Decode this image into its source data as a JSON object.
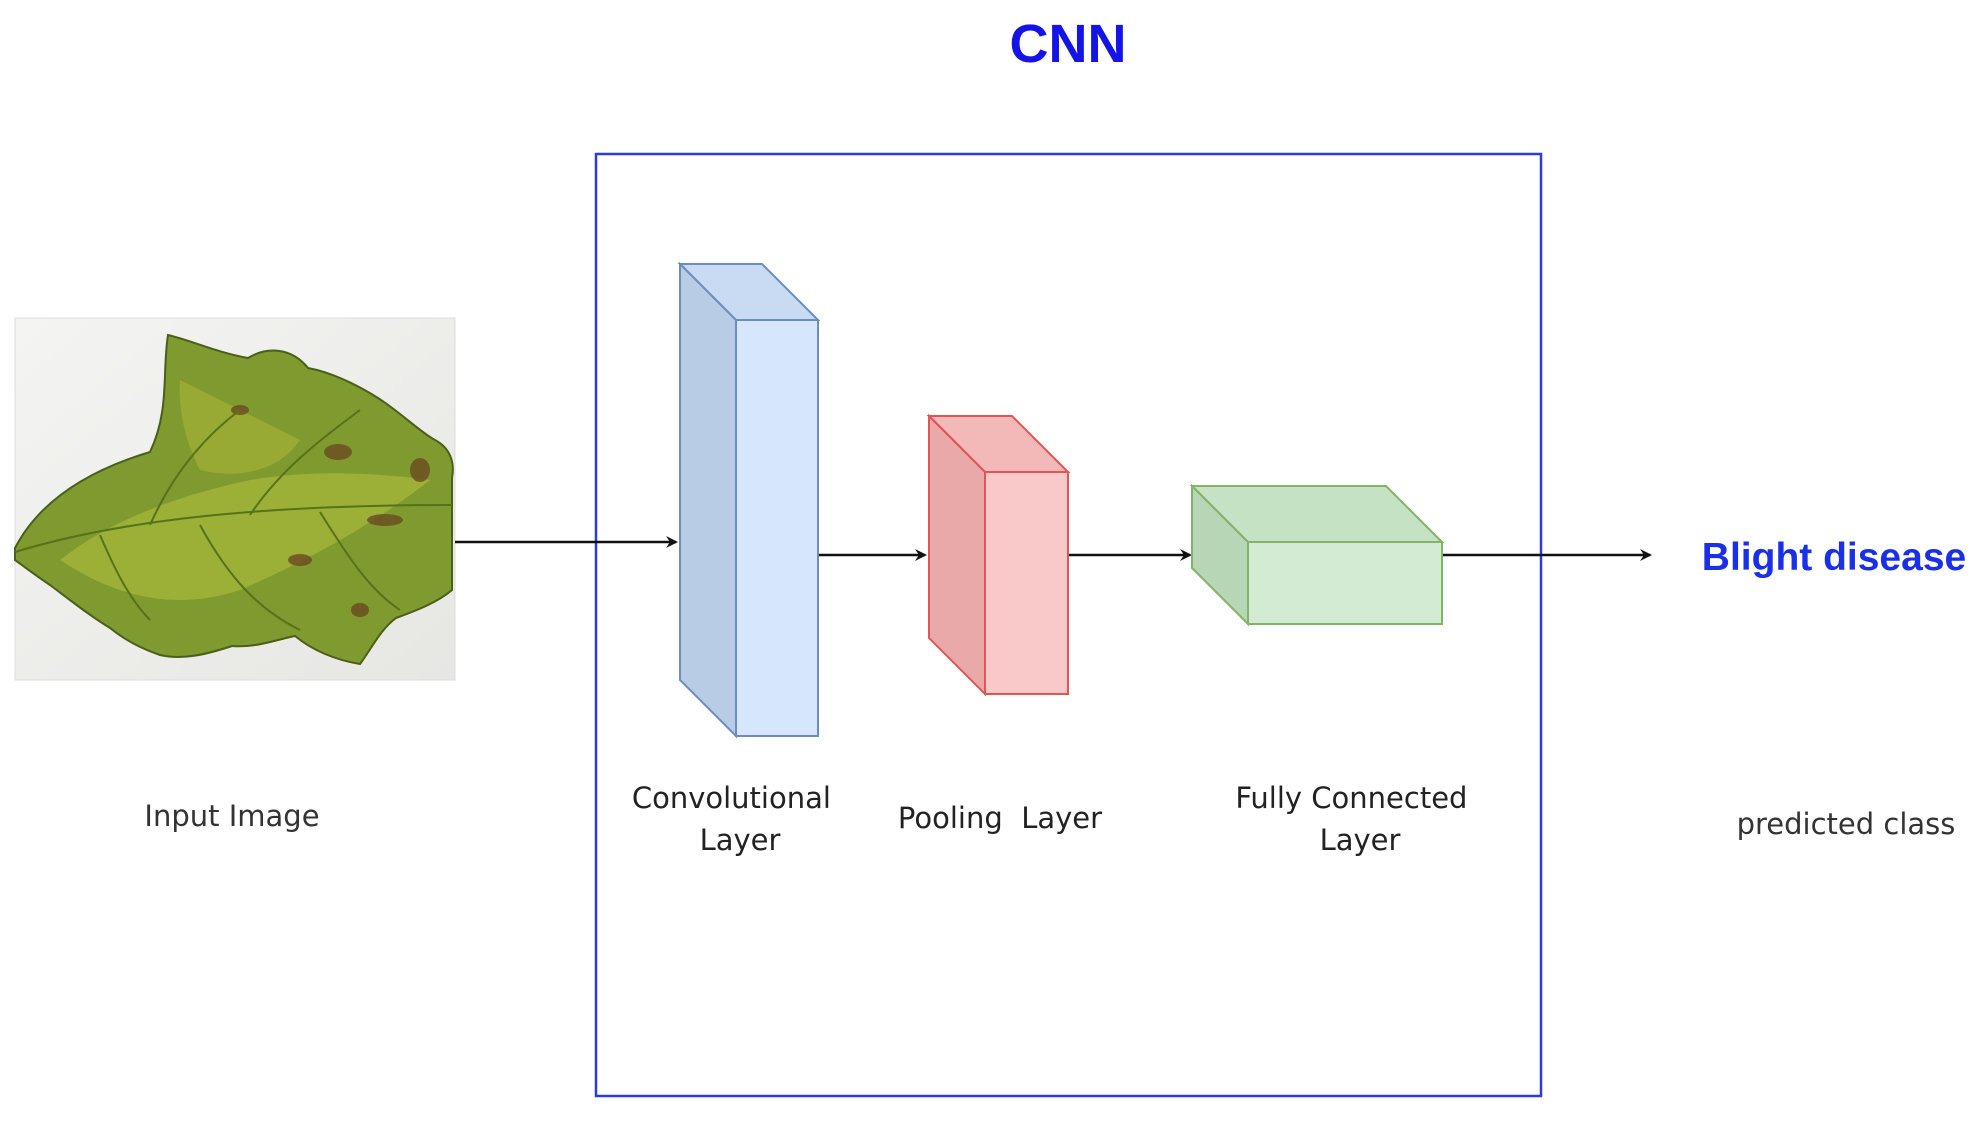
{
  "title": "CNN",
  "input": {
    "label": "Input Image"
  },
  "layers": [
    {
      "id": "conv",
      "label_lines": [
        "Convolutional",
        "Layer"
      ]
    },
    {
      "id": "pool",
      "label_lines": [
        "Pooling  Layer"
      ]
    },
    {
      "id": "fc",
      "label_lines": [
        "Fully Connected",
        "Layer"
      ]
    }
  ],
  "output": {
    "value": "Blight disease",
    "label": "predicted class"
  },
  "colors": {
    "title": "#1414e6",
    "frame": "#2a3be0",
    "prediction": "#1a2fe8",
    "label": "#333333",
    "arrow": "#111111",
    "conv_front": "#d6e6fb",
    "conv_side": "#b9cce6",
    "conv_stroke": "#6c8ebf",
    "pool_front": "#f9c8c8",
    "pool_side": "#eaa9a9",
    "pool_stroke": "#e05555",
    "fc_front": "#d4ebd3",
    "fc_side": "#b7d6b5",
    "fc_stroke": "#82b366"
  }
}
